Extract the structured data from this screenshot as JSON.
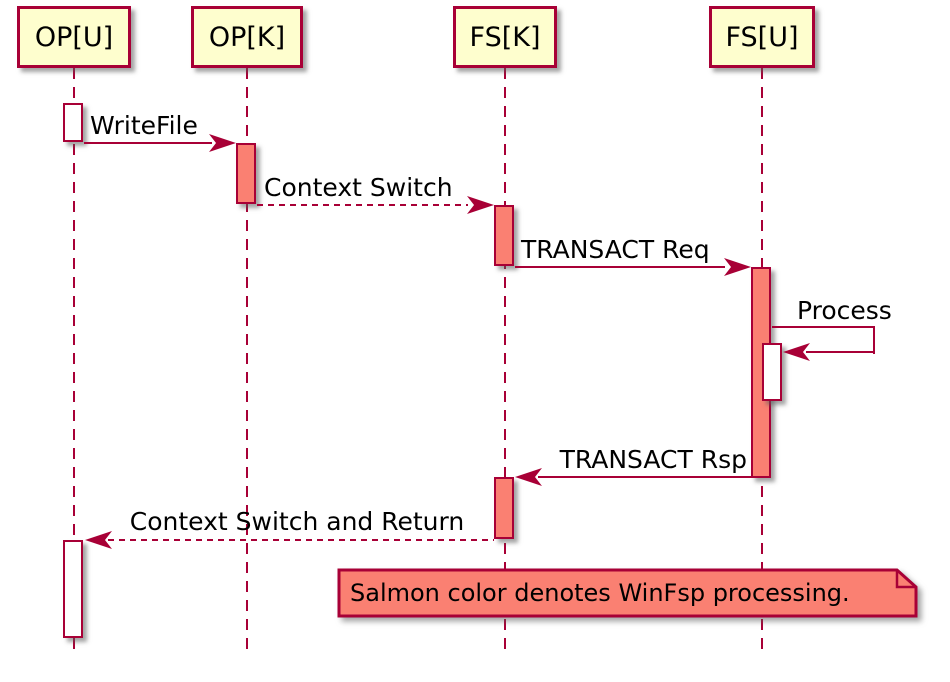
{
  "diagram": {
    "type": "sequence",
    "participants": [
      {
        "id": "op-u",
        "name": "OP[U]"
      },
      {
        "id": "op-k",
        "name": "OP[K]"
      },
      {
        "id": "fs-k",
        "name": "FS[K]"
      },
      {
        "id": "fs-u",
        "name": "FS[U]"
      }
    ],
    "messages": [
      {
        "label": "WriteFile",
        "from": "OP[U]",
        "to": "OP[K]",
        "line": "solid",
        "direction": "right"
      },
      {
        "label": "Context Switch",
        "from": "OP[K]",
        "to": "FS[K]",
        "line": "dashed",
        "direction": "right"
      },
      {
        "label": "TRANSACT Req",
        "from": "FS[K]",
        "to": "FS[U]",
        "line": "solid",
        "direction": "right"
      },
      {
        "label": "Process",
        "from": "FS[U]",
        "to": "FS[U]",
        "line": "solid",
        "direction": "self"
      },
      {
        "label": "TRANSACT Rsp",
        "from": "FS[U]",
        "to": "FS[K]",
        "line": "solid",
        "direction": "left"
      },
      {
        "label": "Context Switch and Return",
        "from": "FS[K]",
        "to": "OP[U]",
        "line": "dashed",
        "direction": "left"
      }
    ],
    "note": {
      "text": "Salmon color denotes WinFsp processing."
    },
    "activations": [
      {
        "participant": "OP[U]",
        "color": "white"
      },
      {
        "participant": "OP[K]",
        "color": "salmon"
      },
      {
        "participant": "FS[K]",
        "color": "salmon"
      },
      {
        "participant": "FS[U]",
        "color": "salmon"
      },
      {
        "participant": "FS[U]",
        "color": "white"
      },
      {
        "participant": "FS[K]",
        "color": "salmon"
      },
      {
        "participant": "OP[U]",
        "color": "white"
      }
    ],
    "colors": {
      "participant_fill": "#FEFECE",
      "border_and_arrows": "#A80036",
      "salmon_highlight": "#FA8072",
      "note_fill": "#FA8072",
      "text": "#000000",
      "background": "#FFFFFF"
    }
  }
}
